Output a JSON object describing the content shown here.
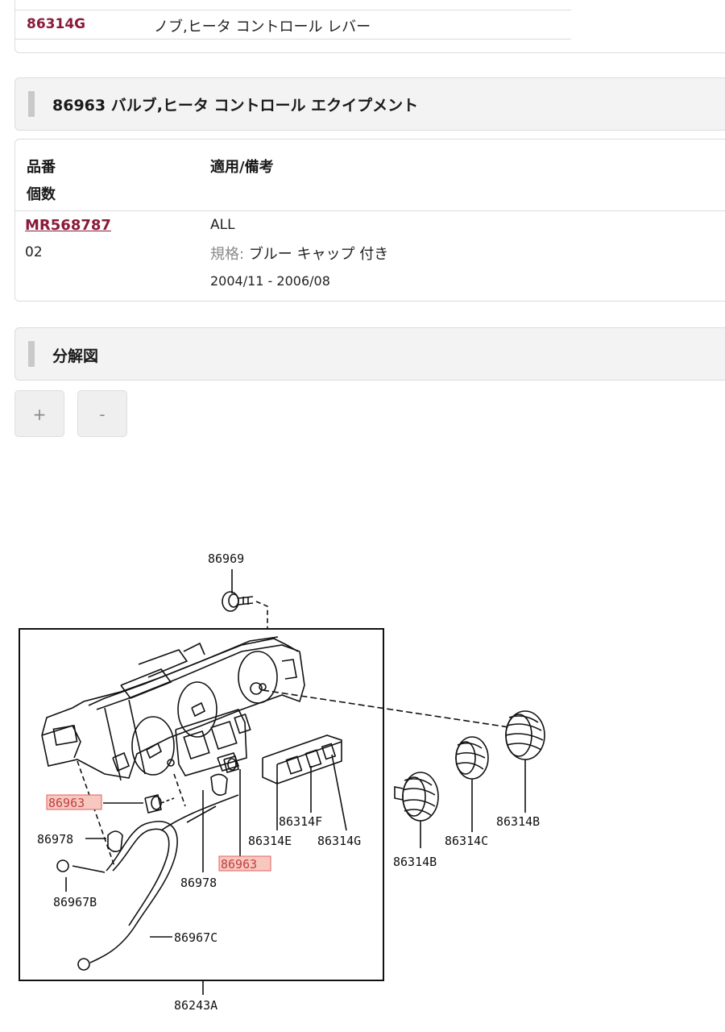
{
  "top_row": {
    "part_no": "86314G",
    "description": "ノブ,ヒータ コントロール レバー"
  },
  "section_valve": {
    "title": "86963 バルブ,ヒータ コントロール エクイプメント",
    "col_part": "品番",
    "col_qty": "個数",
    "col_remarks": "適用/備考",
    "row": {
      "part_no": "MR568787",
      "qty": "02",
      "applicability": "ALL",
      "spec_label": "規格:",
      "spec_value": "ブルー キャップ 付き",
      "date_range": "2004/11 - 2006/08"
    }
  },
  "section_diagram": {
    "title": "分解図",
    "zoom_in": "+",
    "zoom_out": "-"
  },
  "diagram_labels": {
    "l86969": "86969",
    "l86963_a": "86963",
    "l86963_b": "86963",
    "l86978_a": "86978",
    "l86978_b": "86978",
    "l86314F": "86314F",
    "l86314E": "86314E",
    "l86314G": "86314G",
    "l86314B_a": "86314B",
    "l86314B_b": "86314B",
    "l86314C": "86314C",
    "l86967B": "86967B",
    "l86967C": "86967C",
    "l86243A": "86243A"
  },
  "colors": {
    "link_red": "#8b1a3a",
    "highlight_fill": "#f7c8c0",
    "highlight_stroke": "#e06060"
  }
}
